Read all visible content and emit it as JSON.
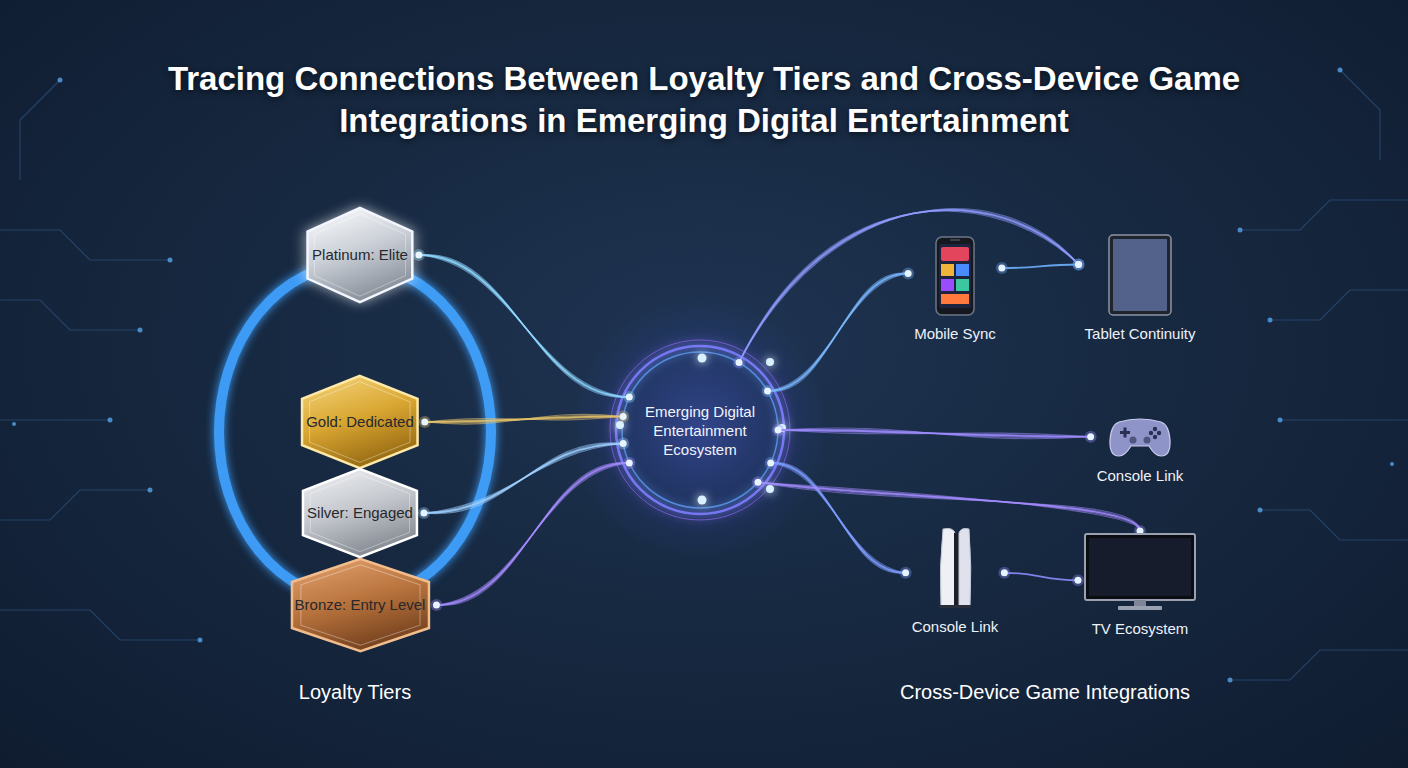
{
  "diagram": {
    "title": "Tracing Connections Between Loyalty Tiers and Cross-Device Game Integrations in Emerging Digital Entertainment",
    "nodes": [
      {
        "text": [
          "Platinum: Elite"
        ]
      },
      {
        "text": [
          "Gold: Dedicated"
        ]
      },
      {
        "text": [
          "Silver: Engaged"
        ]
      },
      {
        "text": [
          "Bronze: Entry Level"
        ]
      },
      {
        "text": [
          "Emerging Digital Entertainment Ecosystem"
        ]
      },
      {
        "text": [
          "Mobile Sync"
        ]
      },
      {
        "text": [
          "Tablet Continuity"
        ]
      },
      {
        "text": [
          "Console Link"
        ]
      },
      {
        "text": [
          "Console Link"
        ]
      },
      {
        "text": [
          "TV Ecosystem"
        ]
      }
    ],
    "edges": [
      {
        "from": 0,
        "to": 4,
        "arrow": "none"
      },
      {
        "from": 1,
        "to": 4,
        "arrow": "none"
      },
      {
        "from": 2,
        "to": 4,
        "arrow": "none"
      },
      {
        "from": 3,
        "to": 4,
        "arrow": "none"
      },
      {
        "from": 4,
        "to": 5,
        "arrow": "none"
      },
      {
        "from": 4,
        "to": 6,
        "arrow": "none"
      },
      {
        "from": 4,
        "to": 7,
        "arrow": "none"
      },
      {
        "from": 4,
        "to": 8,
        "arrow": "none"
      },
      {
        "from": 4,
        "to": 9,
        "arrow": "none"
      },
      {
        "from": 5,
        "to": 6,
        "arrow": "none"
      },
      {
        "from": 8,
        "to": 9,
        "arrow": "none"
      }
    ],
    "labels": [
      "Loyalty Tiers",
      "Cross-Device Game Integrations"
    ]
  }
}
